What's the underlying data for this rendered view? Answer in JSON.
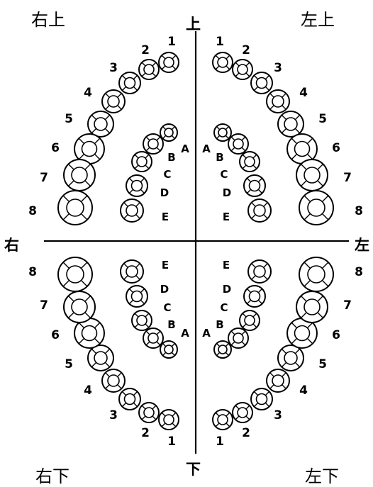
{
  "quadrant_labels": {
    "upper_right": "右上",
    "upper_left": "左上",
    "lower_right": "右下",
    "lower_left": "左下"
  },
  "direction_labels": {
    "top": "上",
    "bottom": "下",
    "right": "右",
    "left": "左"
  },
  "permanent_teeth": [
    "1",
    "2",
    "3",
    "4",
    "5",
    "6",
    "7",
    "8"
  ],
  "primary_teeth": [
    "A",
    "B",
    "C",
    "D",
    "E"
  ]
}
